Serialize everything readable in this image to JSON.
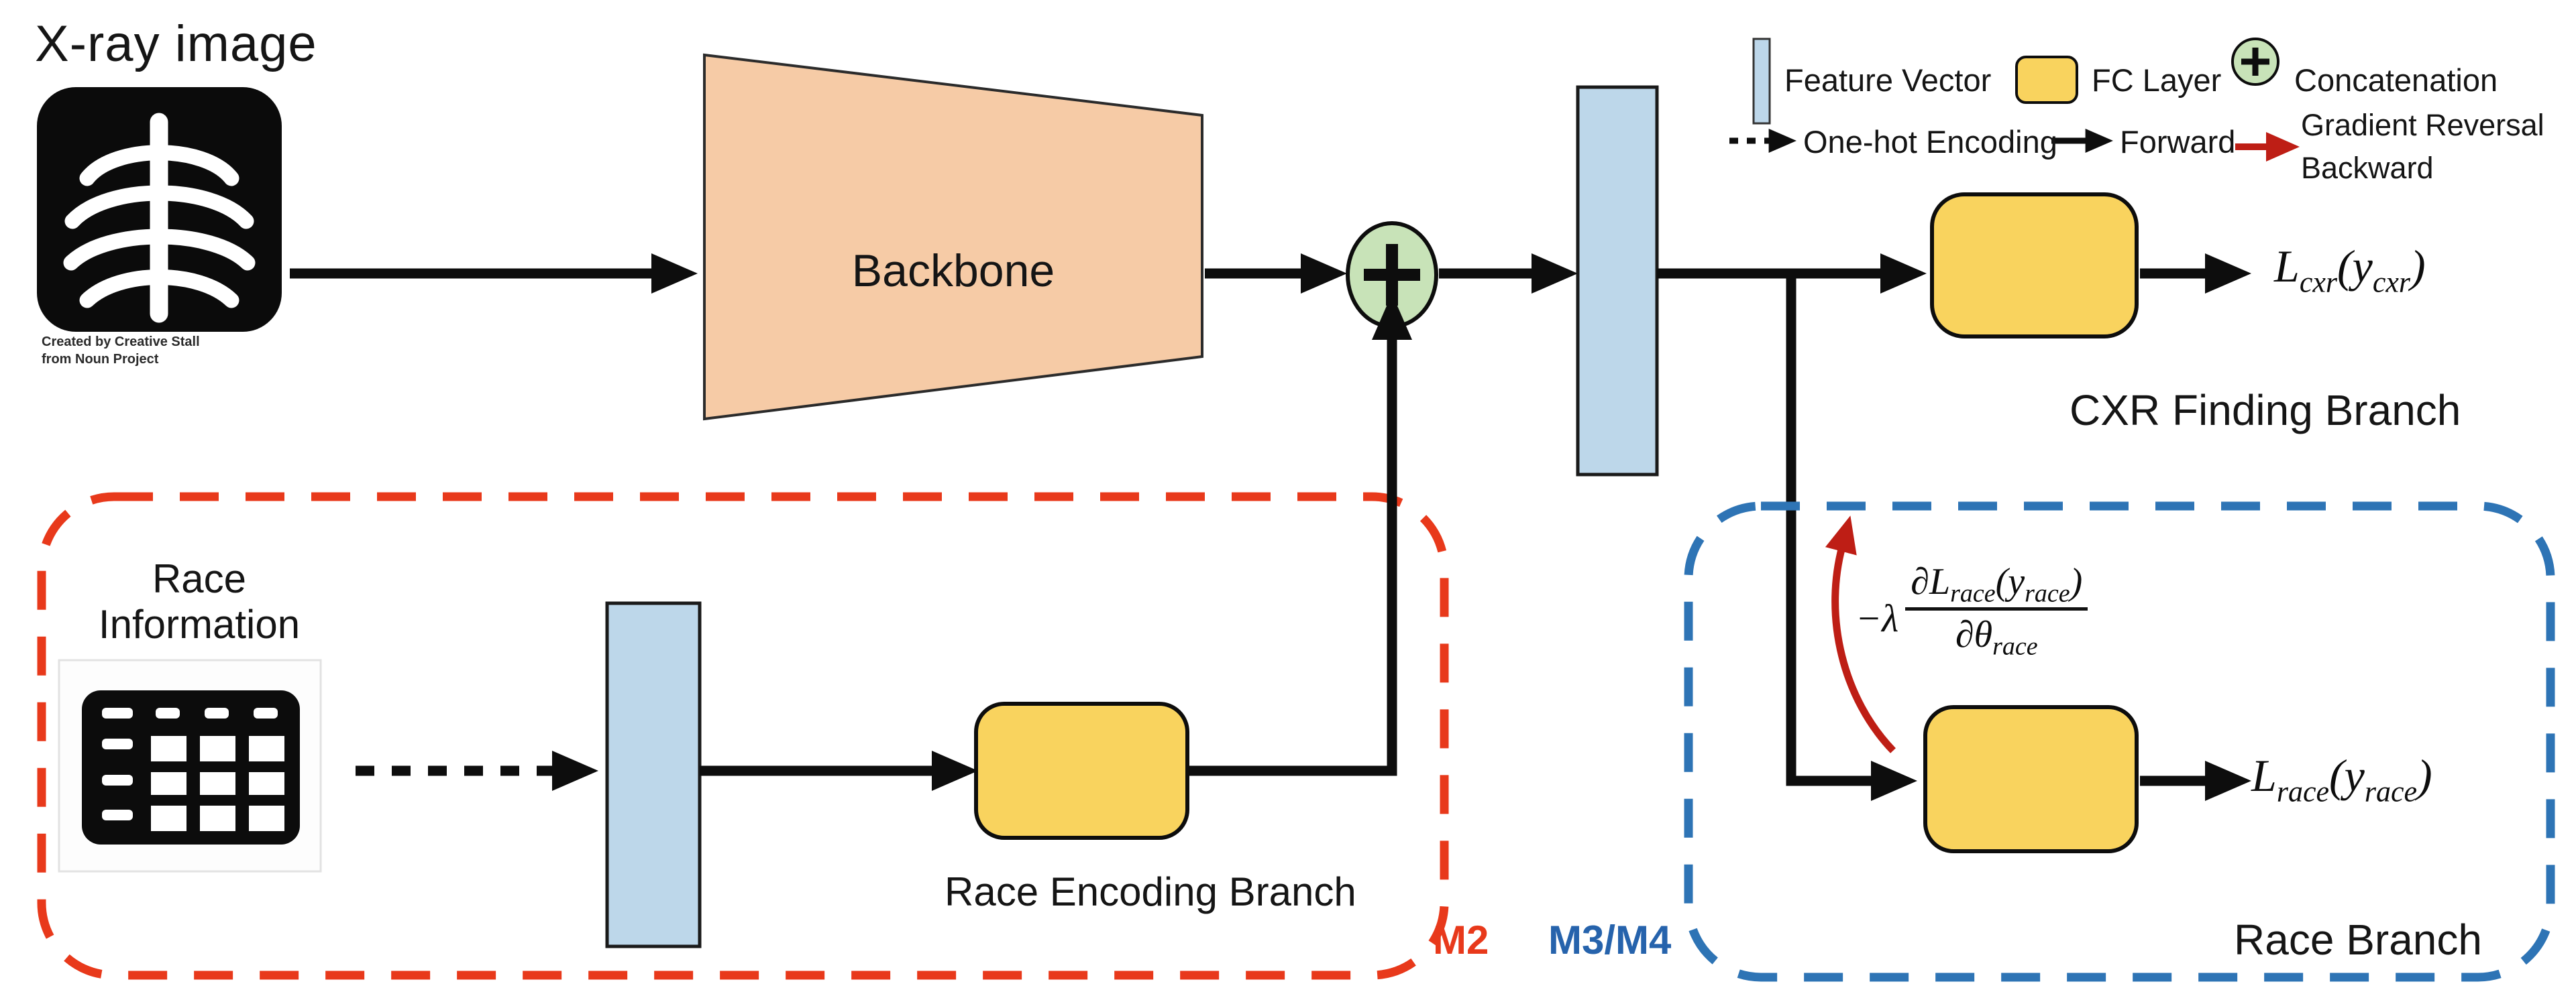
{
  "figure": {
    "title": "X-ray image",
    "xray_attribution": [
      "Created by Creative Stall",
      "from Noun Project"
    ],
    "backbone_label": "Backbone",
    "legend": {
      "feature_vector": "Feature Vector",
      "fc_layer": "FC Layer",
      "concatenation": "Concatenation",
      "one_hot_encoding": "One-hot Encoding",
      "forward": "Forward",
      "gradient_reversal": [
        "Gradient Reversal",
        "Backward"
      ]
    },
    "cxr_branch": {
      "label": "CXR Finding Branch",
      "loss": {
        "base": "L",
        "base_sub": "cxr",
        "open": "(",
        "arg": "y",
        "arg_sub": "cxr",
        "close": ")"
      }
    },
    "race_encoding_branch": {
      "input_label": [
        "Race",
        "Information"
      ],
      "label": "Race Encoding Branch",
      "tag": "M2"
    },
    "race_branch": {
      "label": "Race Branch",
      "tag": "M3/M4",
      "loss": {
        "base": "L",
        "base_sub": "race",
        "open": "(",
        "arg": "y",
        "arg_sub": "race",
        "close": ")"
      },
      "gradient_formula": {
        "prefix": "−λ",
        "num": {
          "d": "∂",
          "L": "L",
          "L_sub": "race",
          "open": "(",
          "y": "y",
          "y_sub": "race",
          "close": ")"
        },
        "den": {
          "d": "∂θ",
          "sub": "race"
        }
      }
    },
    "colors": {
      "backbone_fill": "#F6CBA6",
      "feature_vector_fill": "#BDD7EA",
      "fc_layer_fill": "#F9D35E",
      "concat_fill": "#C8E3B8",
      "race_box_dash": "#E8391B",
      "m2_tag": "#E8391B",
      "race_branch_box_dash": "#2E74B5",
      "m3m4_tag": "#2663AC",
      "gradient_arrow": "#BE1E15",
      "line_color": "#0d0d0d"
    }
  }
}
